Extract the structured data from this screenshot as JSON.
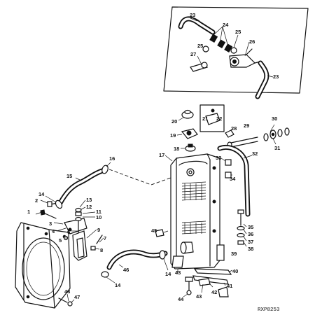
{
  "diagram": {
    "reference_code": "RXP8253",
    "callouts": [
      "1",
      "2",
      "3",
      "4",
      "5",
      "6",
      "7",
      "8",
      "9",
      "10",
      "11",
      "12",
      "13",
      "14",
      "15",
      "16",
      "17",
      "18",
      "19",
      "20",
      "21",
      "22",
      "23",
      "24",
      "25",
      "26",
      "27",
      "28",
      "29",
      "30",
      "31",
      "32",
      "33",
      "34",
      "35",
      "36",
      "37",
      "38",
      "39",
      "40",
      "41",
      "42",
      "43",
      "44",
      "45",
      "46",
      "47",
      "48"
    ]
  }
}
